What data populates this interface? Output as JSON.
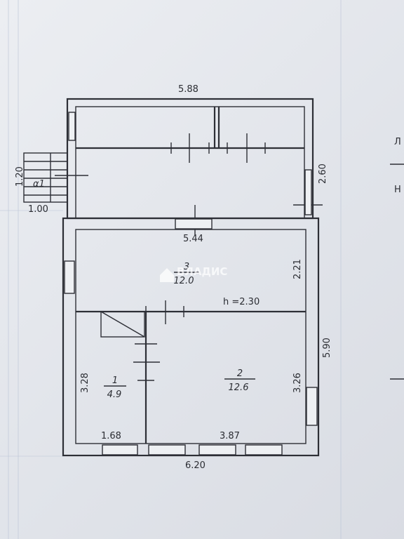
{
  "plan": {
    "top_width": "5.88",
    "top_height": "2.60",
    "mid_width": "5.44",
    "room3_height": "2.21",
    "bottom_width": "6.20",
    "right_height": "5.90",
    "ceiling_height": "h  =2.30",
    "room1_height": "3.28",
    "room2_height": "3.26",
    "room1_width": "1.68",
    "room2_width": "3.87",
    "porch_label": "α1",
    "porch_height": "1.20",
    "porch_width": "1.00"
  },
  "rooms": [
    {
      "number": "1",
      "area": "4.9"
    },
    {
      "number": "2",
      "area": "12.6"
    },
    {
      "number": "3",
      "area": "12.0"
    }
  ],
  "edge_text": {
    "top": "Л",
    "bottom": "Н"
  },
  "watermark": "ВЛАДИС",
  "colors": {
    "line": "#2d2f36",
    "paper": "#e6e8ec",
    "grid": "#b9c3d6"
  }
}
